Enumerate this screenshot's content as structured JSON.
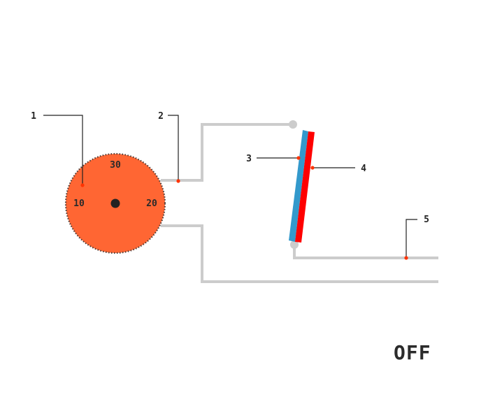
{
  "callouts": [
    {
      "number": "1",
      "part": "dial"
    },
    {
      "number": "2",
      "part": "wire-to-contact"
    },
    {
      "number": "3",
      "part": "bimetal-strip-blue-side"
    },
    {
      "number": "4",
      "part": "bimetal-strip-red-side"
    },
    {
      "number": "5",
      "part": "output-wire"
    }
  ],
  "dial": {
    "labels": {
      "top": "30",
      "left": "10",
      "right": "20"
    }
  },
  "status": {
    "text": "OFF"
  },
  "colors": {
    "dial": "#ff6633",
    "dial_dots": "#4a3a35",
    "wire": "#cccccc",
    "leader_line": "#222222",
    "callout_dot": "#ff3300",
    "strip_blue": "#3399cc",
    "strip_red": "#ff0000",
    "contact": "#cccccc",
    "status_text": "#2b2b2b"
  }
}
